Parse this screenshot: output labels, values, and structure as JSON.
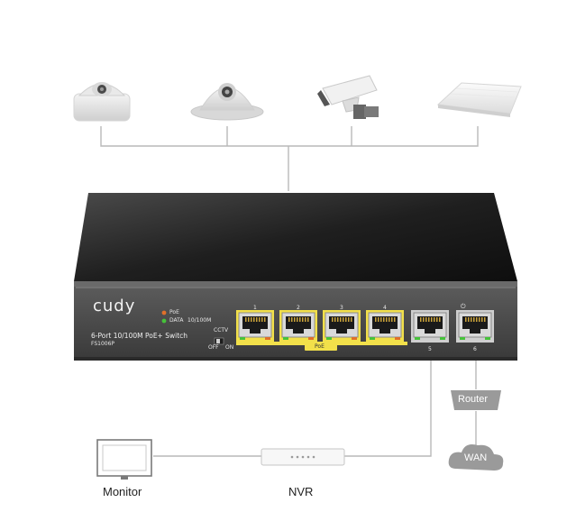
{
  "switch": {
    "brand": "cudy",
    "model_name": "6-Port 10/100M PoE+ Switch",
    "model_code": "FS1006P",
    "led_poe": "PoE",
    "led_data": "DATA",
    "led_speed": "10/100M",
    "cctv_label": "CCTV",
    "off_label": "OFF",
    "on_label": "ON",
    "poe_bar_label": "PoE",
    "ports": [
      "1",
      "2",
      "3",
      "4",
      "5",
      "6"
    ],
    "power_symbol": "⏻"
  },
  "colors": {
    "poe_led": "#e0702a",
    "data_led": "#46c23a",
    "poe_bar": "#f2e04a",
    "line": "#b9b9b9",
    "router": "#9a9a9a",
    "wan": "#9a9a9a"
  },
  "devices": {
    "top": [
      "dome-camera-icon",
      "dome-camera-icon",
      "bullet-camera-icon",
      "access-point-icon"
    ],
    "router_label": "Router",
    "wan_label": "WAN",
    "monitor_label": "Monitor",
    "nvr_label": "NVR"
  }
}
